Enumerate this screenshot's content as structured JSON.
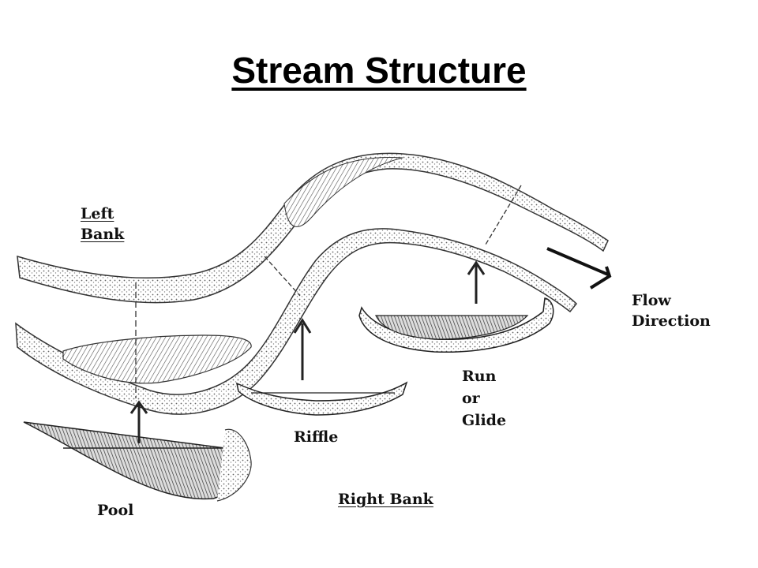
{
  "slide": {
    "title": "Stream Structure"
  },
  "diagram": {
    "labels": {
      "left_bank_1": "Left",
      "left_bank_2": "Bank",
      "flow_1": "Flow",
      "flow_2": "Direction",
      "run_1": "Run",
      "run_2": "or",
      "run_3": "Glide",
      "riffle": "Riffle",
      "pool": "Pool",
      "right_bank": "Right Bank"
    },
    "colors": {
      "ink": "#222222",
      "shading": "#555555",
      "stipple": "#777777"
    }
  }
}
